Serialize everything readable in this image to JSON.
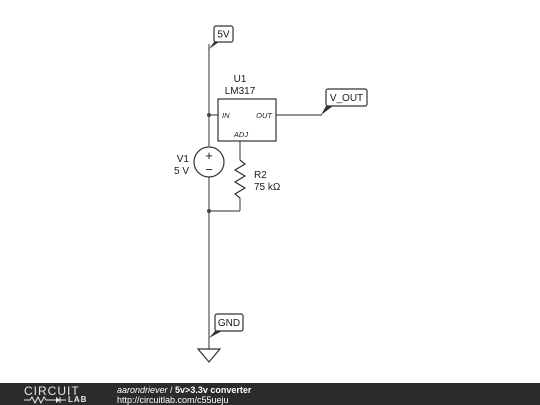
{
  "schematic": {
    "net_top": "5V",
    "net_out": "V_OUT",
    "net_gnd": "GND",
    "u1": {
      "ref": "U1",
      "part": "LM317",
      "pin_in": "IN",
      "pin_out": "OUT",
      "pin_adj": "ADJ"
    },
    "v1": {
      "ref": "V1",
      "value": "5 V",
      "plus": "+",
      "minus": "−"
    },
    "r2": {
      "ref": "R2",
      "value": "75 kΩ"
    }
  },
  "footer": {
    "logo_top": "CIRCUIT",
    "logo_bottom": "LAB",
    "author": "aarondriever",
    "separator": " / ",
    "title": "5v>3.3v converter",
    "url": "http://circuitlab.com/c55ueju"
  }
}
